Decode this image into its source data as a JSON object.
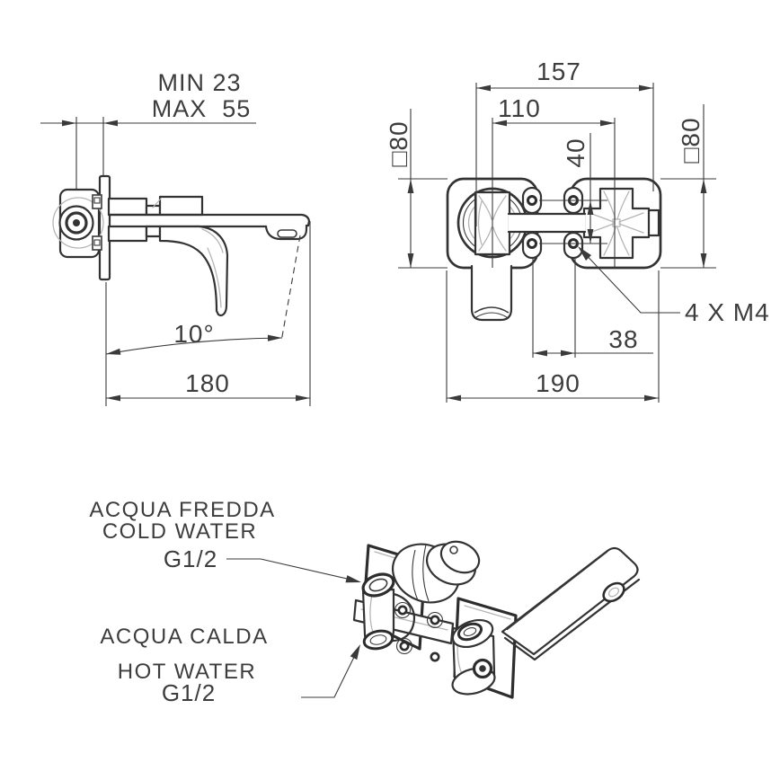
{
  "colors": {
    "line": "#333333",
    "light_line": "#b5b5b5",
    "text": "#3d3d3d",
    "background": "#ffffff"
  },
  "views": {
    "side": {
      "wall_depth_min": "MIN 23",
      "wall_depth_max": "MAX  55",
      "spout_angle": "10°",
      "spout_reach": "180"
    },
    "front": {
      "overall_width": "157",
      "handle_centers": "110",
      "screw_vertical_spacing": "40",
      "left_plate_size": "□80",
      "right_plate_size": "□80",
      "screw_spec": "4 X M4",
      "screw_horizontal_spacing": "38",
      "rough_in_width": "190"
    },
    "isometric": {
      "cold_connection": {
        "line1": "ACQUA FREDDA",
        "line2": "COLD WATER",
        "line3": "G1/2"
      },
      "hot_connection": {
        "line1": "ACQUA CALDA",
        "line2": "HOT WATER",
        "line3": "G1/2"
      }
    }
  }
}
